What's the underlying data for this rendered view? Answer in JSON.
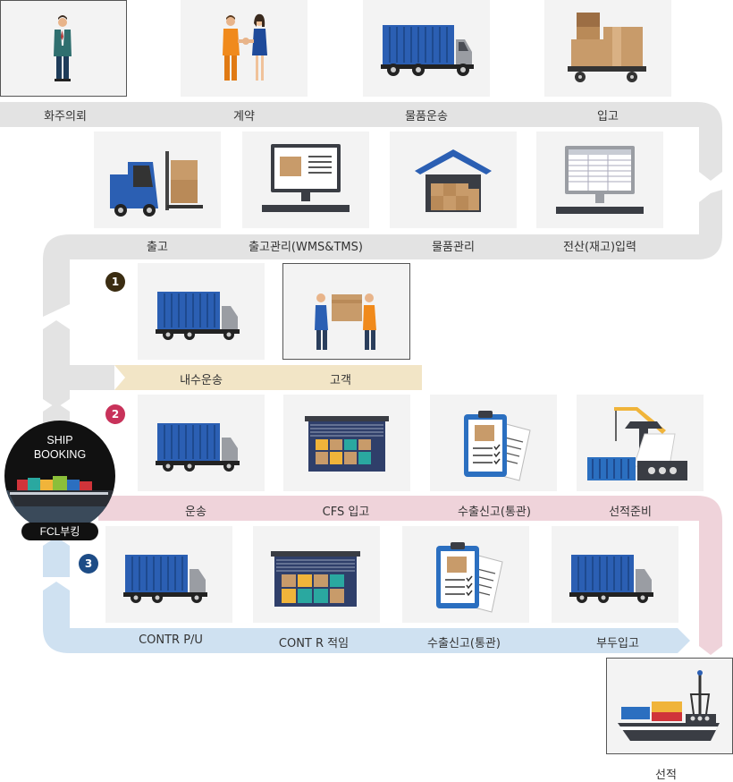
{
  "row1": {
    "labels": [
      "화주의뢰",
      "계약",
      "물품운송",
      "입고"
    ]
  },
  "row2": {
    "labels": [
      "출고",
      "출고관리(WMS&TMS)",
      "물품관리",
      "전산(재고)입력"
    ]
  },
  "section1": {
    "number": "1",
    "labels": [
      "내수운송",
      "고객"
    ]
  },
  "section2": {
    "number": "2",
    "labels": [
      "운송",
      "CFS 입고",
      "수출신고(통관)",
      "선적준비"
    ]
  },
  "section3": {
    "number": "3",
    "labels": [
      "CONTR P/U",
      "CONT R 적임",
      "수출신고(통관)",
      "부두입고"
    ]
  },
  "booking": {
    "title_line1": "SHIP",
    "title_line2": "BOOKING",
    "badge": "FCL부킹"
  },
  "final": {
    "label": "선적"
  },
  "colors": {
    "grey_band": "#e3e3e3",
    "beige_band": "#f2e5c6",
    "pink_band": "#efd3da",
    "blue_band": "#cfe1f1",
    "num1": "#3b2d12",
    "num2": "#c8325a",
    "num3": "#1d4c86"
  }
}
